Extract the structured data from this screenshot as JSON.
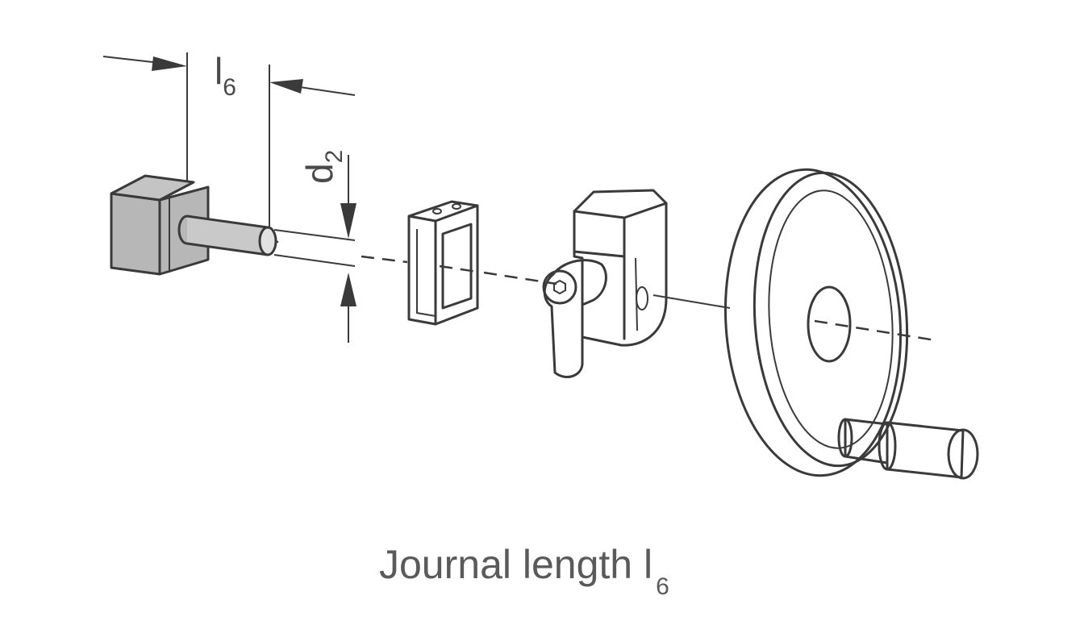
{
  "diagram": {
    "dimension_length": {
      "symbol": "l",
      "subscript": "6"
    },
    "dimension_diameter": {
      "symbol": "d",
      "subscript": "2"
    },
    "caption": {
      "text": "Journal length l",
      "subscript": "6"
    },
    "colors": {
      "line": "#3a3a3a",
      "block_fill": "#b7b7b7",
      "text": "#555555"
    }
  }
}
